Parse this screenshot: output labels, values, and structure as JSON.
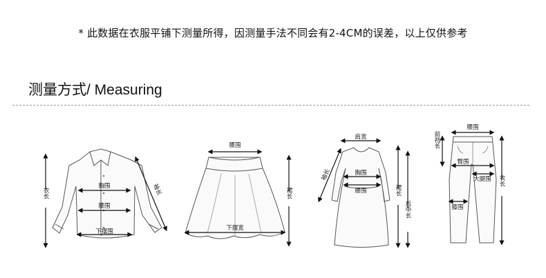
{
  "note": "* 此数据在衣服平铺下测量所得，因测量手法不同会有2-4CM的误差，以上仅供参考",
  "heading": {
    "cn": "测量方式",
    "en": "/ Measuring"
  },
  "shirt": {
    "length": "衣长",
    "sleeve": "袖长",
    "chest": "胸围",
    "waist": "腰围",
    "hem": "下摆围"
  },
  "skirt": {
    "waist": "腰围",
    "length": "裙长",
    "hem": "下摆宽"
  },
  "dress": {
    "shoulder": "肩宽",
    "sleeve": "袖长",
    "chest": "胸围",
    "waist": "腰围",
    "length": "裙长",
    "back_length": "后中长"
  },
  "pants": {
    "waist": "腰围",
    "front_rise": "前裆长",
    "hip": "臀围",
    "thigh": "大腿围",
    "length": "衣长",
    "knee": "膝围"
  }
}
